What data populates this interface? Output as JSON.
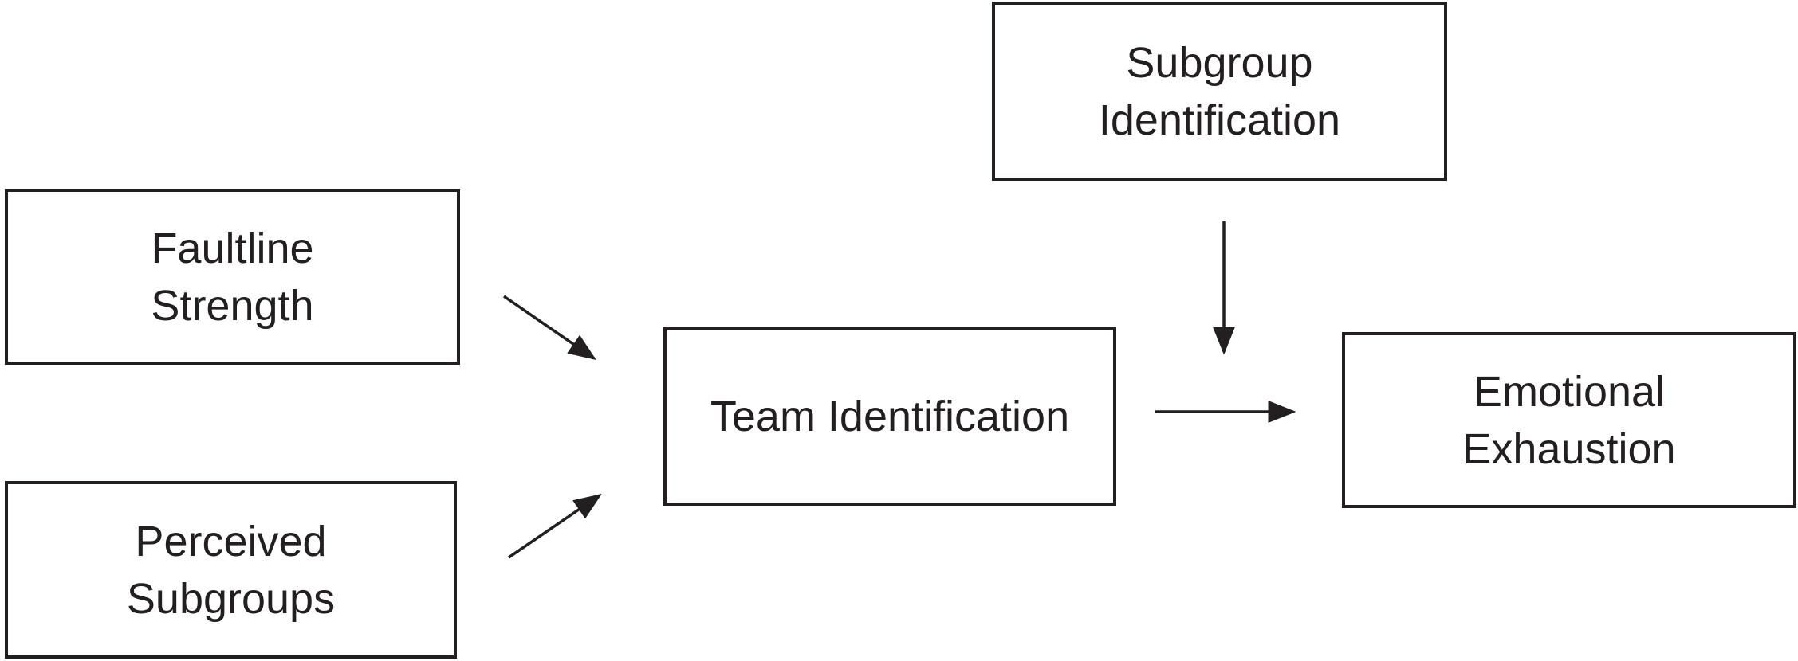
{
  "boxes": {
    "faultline": {
      "line1": "Faultline",
      "line2": "Strength"
    },
    "perceived": {
      "line1": "Perceived",
      "line2": "Subgroups"
    },
    "team": {
      "line1": "Team Identification"
    },
    "subgroup": {
      "line1": "Subgroup",
      "line2": "Identification"
    },
    "emotional": {
      "line1": "Emotional",
      "line2": "Exhaustion"
    }
  },
  "colors": {
    "stroke": "#231f20",
    "background": "#ffffff"
  }
}
